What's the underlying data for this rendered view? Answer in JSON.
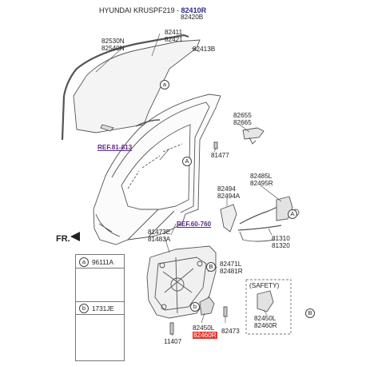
{
  "header": {
    "title": "HYUNDAI KRUSPF219 -",
    "part_top": "82410R",
    "part_bottom": "82420B"
  },
  "labels": {
    "l82411": [
      "82411",
      "82421"
    ],
    "l82530": [
      "82530N",
      "82540N"
    ],
    "l82413": "82413B",
    "l82655": [
      "82655",
      "82665"
    ],
    "l81477": "81477",
    "l82485": [
      "82485L",
      "82495R"
    ],
    "l82494": [
      "82494",
      "82494A"
    ],
    "l81473": [
      "81473E",
      "81483A"
    ],
    "l81310": [
      "81310",
      "81320"
    ],
    "l82471": [
      "82471L",
      "82481R"
    ],
    "l82450": [
      "82450L",
      "82460R"
    ],
    "l82473": "82473",
    "l11407": "11407",
    "l82450s": [
      "82450L",
      "82460R"
    ],
    "safety": "(SAFETY)"
  },
  "refs": {
    "ref1": "REF.81-813",
    "ref2": "REF.60-760"
  },
  "callouts": {
    "a": "a",
    "A": "A",
    "B": "B",
    "b": "b"
  },
  "legend": {
    "a_letter": "a",
    "a_part": "96111A",
    "b_letter": "b",
    "b_part": "1731JE"
  },
  "fr": "FR."
}
